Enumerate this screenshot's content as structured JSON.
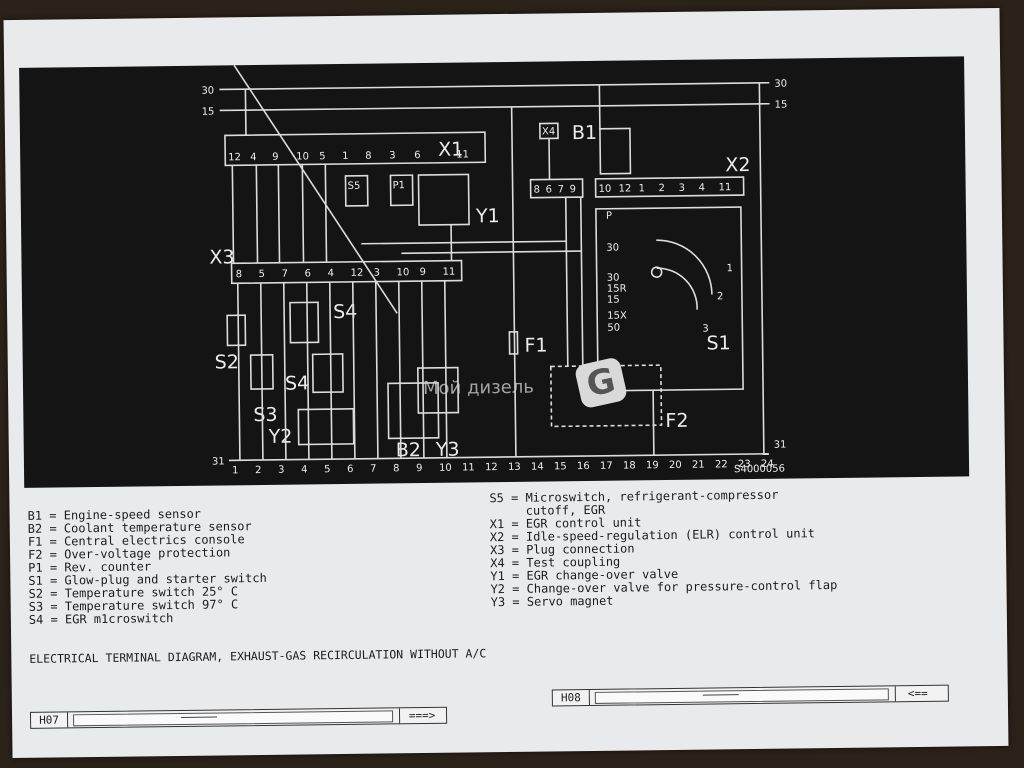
{
  "diagram": {
    "rails": {
      "left_top": "30",
      "left_mid": "15",
      "right_top": "30",
      "right_mid": "15",
      "left_bottom": "31",
      "right_bottom": "31"
    },
    "component_labels": {
      "x1": "X1",
      "x2": "X2",
      "x3": "X3",
      "b1": "B1",
      "x4": "X4",
      "y1": "Y1",
      "y2": "Y2",
      "y3": "Y3",
      "b2": "B2",
      "s1": "S1",
      "s2": "S2",
      "s3": "S3",
      "s4_upper": "S4",
      "s4_lower": "S4",
      "f1": "F1",
      "f2": "F2",
      "s5": "S5",
      "p1": "P1"
    },
    "x1_pins": [
      "12",
      "4",
      "9",
      "10",
      "5",
      "1",
      "8",
      "3",
      "6",
      "11"
    ],
    "x3_pins": [
      "8",
      "5",
      "7",
      "6",
      "4",
      "12",
      "3",
      "10",
      "9",
      "11"
    ],
    "x2_pins_left": [
      "8",
      "6",
      "7",
      "9"
    ],
    "x2_pins_right": [
      "10",
      "12",
      "1",
      "2",
      "3",
      "4",
      "11"
    ],
    "s1_labels": [
      "P",
      "30",
      "30",
      "15R",
      "15",
      "15X",
      "50"
    ],
    "s1_numbers": [
      "1",
      "2",
      "3"
    ],
    "bottom_numbers": [
      "1",
      "2",
      "3",
      "4",
      "5",
      "6",
      "7",
      "8",
      "9",
      "10",
      "11",
      "12",
      "13",
      "14",
      "15",
      "16",
      "17",
      "18",
      "19",
      "20",
      "21",
      "22",
      "23",
      "24"
    ],
    "drawing_id": "S4000056",
    "watermark": "Мой дизель",
    "logo_letter": "G"
  },
  "legend_left": [
    "B1 = Engine-speed sensor",
    "B2 = Coolant temperature sensor",
    "F1 = Central electrics console",
    "F2 = Over-voltage protection",
    "P1 = Rev. counter",
    "S1 = Glow-plug and starter switch",
    "S2 = Temperature switch 25° C",
    "S3 = Temperature switch 97° C",
    "S4 = EGR m1croswitch"
  ],
  "legend_right": [
    "S5 = Microswitch, refrigerant-compressor",
    "     cutoff, EGR",
    "X1 = EGR control unit",
    "X2 = Idle-speed-regulation (ELR) control unit",
    "X3 = Plug connection",
    "X4 = Test coupling",
    "Y1 = EGR change-over valve",
    "Y2 = Change-over valve for pressure-control flap",
    "Y3 = Servo magnet"
  ],
  "caption": "ELECTRICAL TERMINAL DIAGRAM, EXHAUST-GAS RECIRCULATION WITHOUT A/C",
  "nav_left": {
    "code": "H07",
    "arrow": "===>"
  },
  "nav_right": {
    "code": "H08",
    "arrow": "<=="
  }
}
